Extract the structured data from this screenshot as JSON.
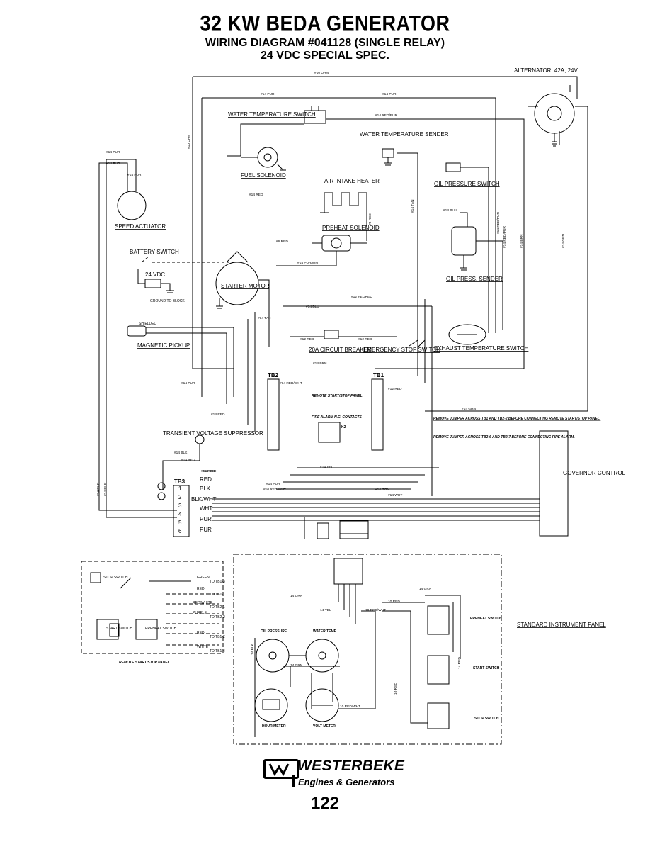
{
  "header": {
    "title": "32 KW BEDA GENERATOR",
    "subtitle_1": "WIRING DIAGRAM #041128 (SINGLE RELAY)",
    "subtitle_2": "24 VDC SPECIAL SPEC."
  },
  "components": {
    "alternator": "ALTERNATOR, 42A, 24V",
    "water_temp_switch": "WATER TEMPERATURE SWITCH",
    "water_temp_sender": "WATER TEMPERATURE SENDER",
    "fuel_solenoid": "FUEL SOLENOID",
    "air_intake_heater": "AIR INTAKE HEATER",
    "oil_pressure_switch": "OIL PRESSURE SWITCH",
    "speed_actuator": "SPEED ACTUATOR",
    "preheat_solenoid": "PREHEAT SOLENOID",
    "battery_switch": "BATTERY SWITCH",
    "battery_24vdc": "24 VDC",
    "ground_to_block": "GROUND TO BLOCK",
    "starter_motor": "STARTER MOTOR",
    "oil_press_sender": "OIL PRESS. SENDER",
    "magnetic_pickup": "MAGNETIC PICKUP",
    "shielded": "SHIELDED",
    "circuit_breaker": "20A CIRCUIT BREAKER",
    "emergency_stop": "EMERGENCY STOP SWITCH",
    "exhaust_temp_switch": "EXHAUST TEMPERATURE SWITCH",
    "transient_suppressor": "TRANSIENT VOLTAGE SUPPRESSOR",
    "governor_control": "GOVERNOR CONTROL",
    "tb1": "TB1",
    "tb2": "TB2",
    "tb3": "TB3",
    "remote_panel_label": "REMOTE START/STOP PANEL",
    "fire_alarm": "FIRE ALARM N.C. CONTACTS",
    "k2": "K2",
    "standard_panel": "STANDARD INSTRUMENT PANEL",
    "oil_pressure_gauge": "OIL PRESSURE",
    "water_temp_gauge": "WATER TEMP",
    "hour_meter": "HOUR METER",
    "volt_meter": "VOLT METER",
    "preheat_switch": "PREHEAT SWITCH",
    "start_switch": "START SWITCH",
    "stop_switch": "STOP SWITCH",
    "remote_stop_switch": "STOP SWITCH",
    "remote_start_switch": "START SWITCH",
    "remote_preheat_switch": "PREHEAT SWITCH"
  },
  "notes": {
    "note1": "REMOVE JUMPER ACROSS TB1 AND TB2-2 BEFORE CONNECTING REMOTE START/STOP PANEL.",
    "note2": "REMOVE JUMPER ACROSS TB2-6 AND TB2-7 BEFORE CONNECTING FIRE ALARM."
  },
  "wire_labels": {
    "w10_orn_top": "#10 ORN",
    "w14_pur_a": "#14 PUR",
    "w14_pur_b": "#14 PUR",
    "w14_red_pur": "#14 RED/PUR",
    "w10_orn_v": "#10 ORN",
    "w14_pur_c": "#14 PUR",
    "w14_pur_d": "#14 PUR",
    "w14_red": "#14 RED",
    "w8_red": "#8 RED",
    "w6_red": "#6 RED",
    "w14_pur_wht": "#14 PUR/WHT",
    "w14_tan": "#14 TAN",
    "w14_blu": "#14 BLU",
    "w14_red_pur_v": "#14 RED/PUR",
    "w14_red_pur_v2": "#14 RED/PUR",
    "w14_brn": "#14 BRN",
    "w14_grn": "#14 GRN",
    "w12_yel_red": "#12 YEL/RED",
    "w14_blu_b": "#14 BLU",
    "w14_tan_b": "#14 TAN",
    "w12_red_a": "#12 RED",
    "w12_red_b": "#12 RED",
    "w14_brn_b": "#14 BRN",
    "w14_pur_e": "#14 PUR",
    "w14_red_b": "#14 RED",
    "w14_grn_b": "#14 GRN",
    "w14_blk": "#14 BLK",
    "w14_red_c": "#14 RED",
    "w14_red_d": "#14 RED",
    "w14_yel": "#14 YEL",
    "w14_pur_f": "#14 PUR",
    "w10_red_wht": "#10 RED/WHT",
    "w14_grn_c": "#14 GRN",
    "w14_wht": "#14 WHT",
    "w12_red_c": "#12 RED",
    "w14_red_wht": "#14 RED/WHT",
    "w14_pur_g": "#14 PUR",
    "w14_pur_h": "#14 PUR",
    "w14_pur_i": "#14 PUR"
  },
  "tb3_terminals": [
    {
      "num": "1",
      "label": "RED"
    },
    {
      "num": "2",
      "label": "BLK"
    },
    {
      "num": "3",
      "label": "BLK/WHT"
    },
    {
      "num": "4",
      "label": "WHT"
    },
    {
      "num": "5",
      "label": "PUR"
    },
    {
      "num": "6",
      "label": "PUR"
    }
  ],
  "tb3_wire_label": "#14 RED",
  "remote_wires": {
    "r1": "RED",
    "r2": "GREEN",
    "r3": "RED/WHITE",
    "r4": "PURPLE",
    "r5": "RED",
    "r6": "WHITE",
    "to_tb1_1": "TO TB1-1",
    "to_tb1_3": "TO TB1-3",
    "to_tb2_1": "TO TB2-1",
    "to_tb2_2": "TO TB2-2",
    "to_tb1_2": "TO TB1-2",
    "to_tb1_4": "TO TB1-4"
  },
  "panel_wires": {
    "p14_grn": "14 GRN",
    "p14_orn": "14 ORN",
    "p14_yel": "14 YEL",
    "p10_red": "10 RED",
    "p10_red_wht": "10 RED/WHT",
    "p14_grn_b": "14 GRN",
    "p14_red": "14 RED",
    "p10_red_b": "10 RED",
    "p10_red_wht_b": "10 RED/WHT",
    "p14_blk": "14 BLK"
  },
  "brand": {
    "name": "WESTERBEKE",
    "tagline": "Engines & Generators"
  },
  "page_number": "122"
}
